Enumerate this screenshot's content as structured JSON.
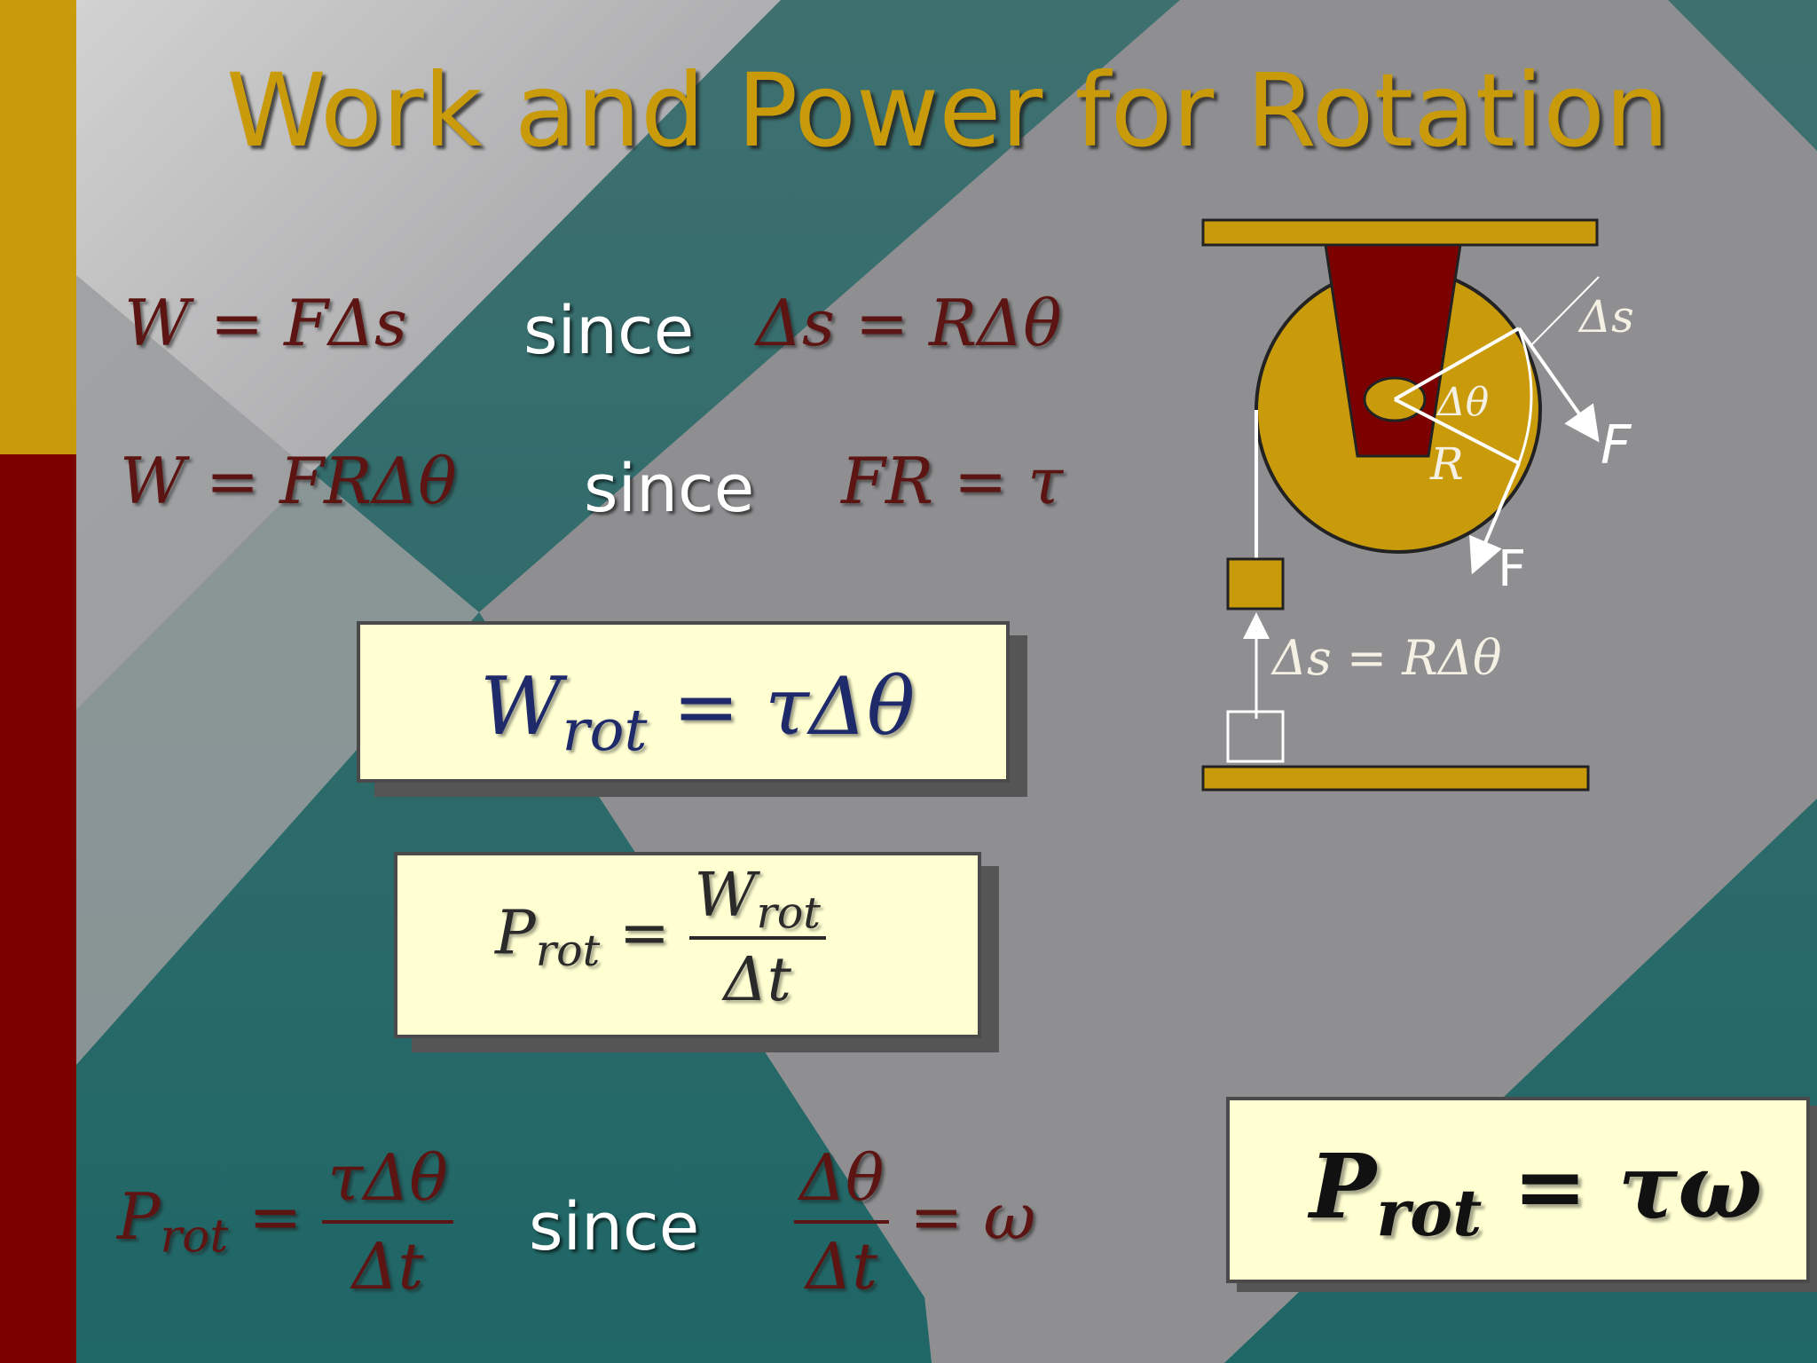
{
  "title": "Work and Power for Rotation",
  "row1": {
    "lhs": "W = FΔs",
    "since": "since",
    "rhs": "Δs = RΔθ"
  },
  "row2": {
    "lhs": "W = FRΔθ",
    "since": "since",
    "rhs": "FR = τ"
  },
  "box_work": {
    "symbol": "W",
    "subscript": "rot",
    "rhs": " = τΔθ"
  },
  "box_power_def": {
    "symbol": "P",
    "subscript": "rot",
    "equals": " = ",
    "num_symbol": "W",
    "num_subscript": "rot",
    "denominator": "Δt"
  },
  "row3": {
    "lhs_symbol": "P",
    "lhs_subscript": "rot",
    "equals": " = ",
    "numerator": "τΔθ",
    "denominator": "Δt",
    "since": "since",
    "rhs_numerator": "Δθ",
    "rhs_denominator": "Δt",
    "rhs_result": "= ω"
  },
  "box_power": {
    "symbol": "P",
    "subscript": "rot",
    "rhs": " = τω"
  },
  "figure": {
    "arc_label": "Δs",
    "angle_label": "Δθ",
    "radius_label": "R",
    "force_label_upper": "F",
    "force_label_lower": "F",
    "displacement_label": "Δs = RΔθ"
  },
  "colors": {
    "title": "#c99a0a",
    "accent_gold": "#c99a0a",
    "accent_maroon": "#7d0000",
    "teal_background": "#1f6666",
    "box_fill": "#ffffd2"
  }
}
